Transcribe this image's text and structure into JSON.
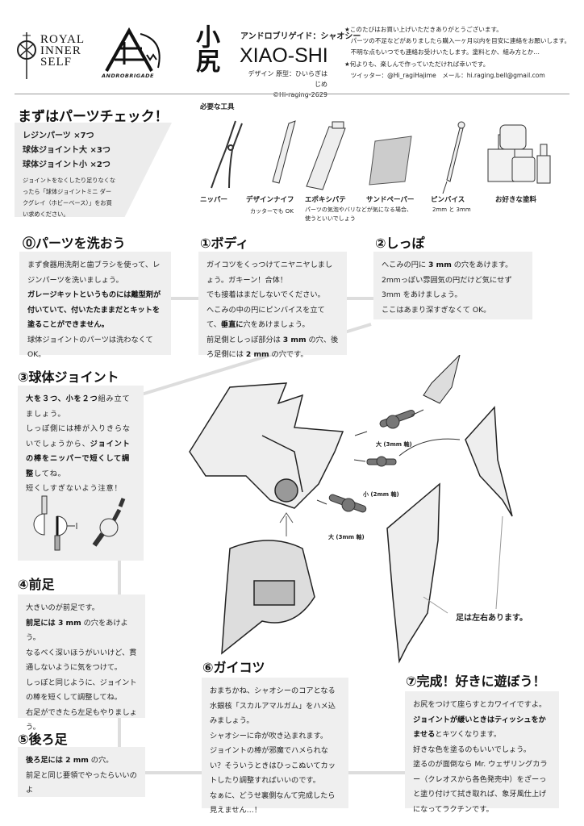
{
  "header": {
    "logo_royal": [
      "ROYAL",
      "INNER",
      "SELF"
    ],
    "logo_andro": "ANDROBRIGADE",
    "kanji_title": "小尻",
    "subtitle": "アンドロブリゲイド：シャオシー",
    "title": "XIAO-SHI",
    "credit_design": "デザイン 原型：ひいらぎはじめ",
    "copyright": "©Hi-raging-2629",
    "notes": [
      "★このたびはお買い上げいただきありがとうございます。",
      "　パーツの不足などがありましたら購入一ヶ月以内を目安に連絡をお願いします。",
      "　不明な点もいつでも連絡お受けいたします。塗料とか、組み方とか…",
      "★何よりも、楽しんで作っていただければ幸いです。",
      "　ツイッター：@Hi_ragiHajime　メール：hi.raging.bell@gmail.com"
    ]
  },
  "parts_check": {
    "title": "まずはパーツチェック！",
    "items": [
      "レジンパーツ ×7つ",
      "球体ジョイント大 ×3つ",
      "球体ジョイント小 ×2つ"
    ],
    "note": "ジョイントをなくしたり足りなくなったら「球体ジョイントミニ ダークグレイ（ホビーベース）」をお買い求めください。"
  },
  "tools": {
    "title": "必要な工具",
    "items": [
      {
        "label": "ニッパー",
        "sub": "",
        "icon": "nipper-icon"
      },
      {
        "label": "デザインナイフ",
        "sub": "カッターでも OK",
        "icon": "design-knife-icon"
      },
      {
        "label": "エポキシパテ",
        "sub": "パーツの気泡やバリなどが気になる場合、\n使うといいでしょう",
        "icon": "epoxy-putty-icon"
      },
      {
        "label": "サンドペーパー",
        "sub": "",
        "icon": "sandpaper-icon"
      },
      {
        "label": "ピンバイス",
        "sub": "2mm と 3mm",
        "icon": "pin-vise-icon"
      },
      {
        "label": "お好きな塗料",
        "sub": "",
        "icon": "paint-bottles-icon"
      }
    ]
  },
  "steps": [
    {
      "title": "⓪パーツを洗おう",
      "body": [
        [
          {
            "t": "まず食器用洗剤と歯ブラシを使って、レジンパーツを洗いましょう。"
          }
        ],
        [
          {
            "t": "ガレージキットというものには離型剤が付いていて、付いたたままだとキットを塗ることができません。",
            "b": true
          }
        ],
        [
          {
            "t": "球体ジョイントのパーツは洗わなくて OK。"
          }
        ]
      ]
    },
    {
      "title": "①ボディ",
      "body": [
        [
          {
            "t": "ガイコツをくっつけてニヤニヤしましょう。ガキーン！合体！"
          }
        ],
        [
          {
            "t": "でも接着はまだしないでください。"
          }
        ],
        [
          {
            "t": "へこみの中の円にピンバイスを立てて、"
          },
          {
            "t": "垂直に",
            "b": true
          },
          {
            "t": "穴をあけましょう。"
          }
        ],
        [
          {
            "t": "前足側としっぽ部分は "
          },
          {
            "t": "3 mm",
            "b": true
          },
          {
            "t": " の穴、後ろ足側には "
          },
          {
            "t": "2 mm",
            "b": true
          },
          {
            "t": " の穴です。"
          }
        ]
      ]
    },
    {
      "title": "②しっぽ",
      "body": [
        [
          {
            "t": "へこみの円に "
          },
          {
            "t": "3 mm",
            "b": true
          },
          {
            "t": " の穴をあけます。"
          }
        ],
        [
          {
            "t": "2mmっぽい雰囲気の円だけど気にせず 3mm をあけましょう。"
          }
        ],
        [
          {
            "t": "ここはあまり深すぎなくて OK。"
          }
        ]
      ]
    },
    {
      "title": "③球体ジョイント",
      "body": [
        [
          {
            "t": "大を３つ、小を２つ",
            "b": true
          },
          {
            "t": "組み立てましょう。"
          }
        ],
        [
          {
            "t": "しっぽ側には棒が入りきらないでしょうから、"
          },
          {
            "t": "ジョイントの棒をニッパーで短くして調整",
            "b": true
          },
          {
            "t": "してね。"
          }
        ],
        [
          {
            "t": "短くしすぎないよう注意！"
          }
        ]
      ]
    },
    {
      "title": "④前足",
      "body": [
        [
          {
            "t": "大きいのが前足です。"
          }
        ],
        [
          {
            "t": "前足には 3 mm",
            "b": true
          },
          {
            "t": " の穴をあけよう。"
          }
        ],
        [
          {
            "t": "なるべく深いほうがいいけど、貫通しないように気をつけて。"
          }
        ],
        [
          {
            "t": "しっぽと同じように、ジョイントの棒を短くして調整してね。"
          }
        ],
        [
          {
            "t": "右足ができたら左足もやりましょう。"
          }
        ]
      ]
    },
    {
      "title": "⑤後ろ足",
      "body": [
        [
          {
            "t": "後ろ足には 2 mm",
            "b": true
          },
          {
            "t": " の穴。"
          }
        ],
        [
          {
            "t": "前足と同じ要領でやったらいいのよ"
          }
        ]
      ]
    },
    {
      "title": "⑥ガイコツ",
      "body": [
        [
          {
            "t": "おまちかね、シャオシーのコアとなる水銀核「スカルアマルガム」をハメ込みましょう。"
          }
        ],
        [
          {
            "t": "シャオシーに命が吹き込まれます。"
          }
        ],
        [
          {
            "t": "ジョイントの棒が邪魔でハメられない？そういうときはひっこぬいてカットしたり調整すればいいのです。"
          }
        ],
        [
          {
            "t": "なぁに、どうせ裏側なんて完成したら見えません…！"
          }
        ]
      ]
    },
    {
      "title": "⑦完成！好きに遊ぼう！",
      "body": [
        [
          {
            "t": "お尻をつけて座らすとカワイイですよ。"
          }
        ],
        [
          {
            "t": "ジョイントが緩いときはティッシュをかませる",
            "b": true
          },
          {
            "t": "とキツくなります。"
          }
        ],
        [
          {
            "t": "好きな色を塗るのもいいでしょう。"
          }
        ],
        [
          {
            "t": "塗るのが面倒なら Mr. ウェザリングカラー（クレオスから各色発売中）をざーっと塗り付けて拭き取れば、象牙風仕上げになってラクチンです。"
          }
        ]
      ]
    }
  ],
  "diagram": {
    "joint_large_1": "大 (3mm 軸)",
    "joint_small": "小 (2mm 軸)",
    "joint_large_2": "大 (3mm 軸)",
    "legs_note": "足は左右あります。"
  }
}
